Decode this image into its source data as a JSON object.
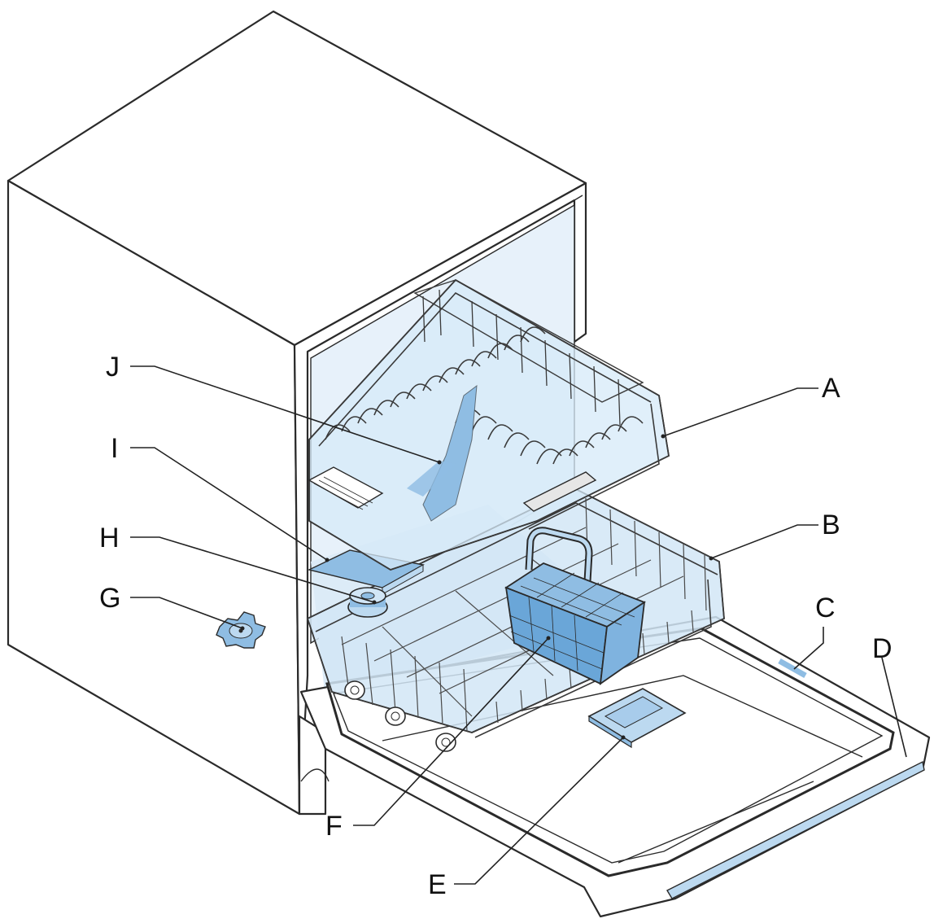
{
  "diagram": {
    "labels": {
      "A": "A",
      "B": "B",
      "C": "C",
      "D": "D",
      "E": "E",
      "F": "F",
      "G": "G",
      "H": "H",
      "I": "I",
      "J": "J"
    },
    "colors": {
      "highlight": "#bcd9f0",
      "highlight_dark": "#8fbde3",
      "line": "#2a2a2a",
      "background": "#ffffff"
    }
  }
}
